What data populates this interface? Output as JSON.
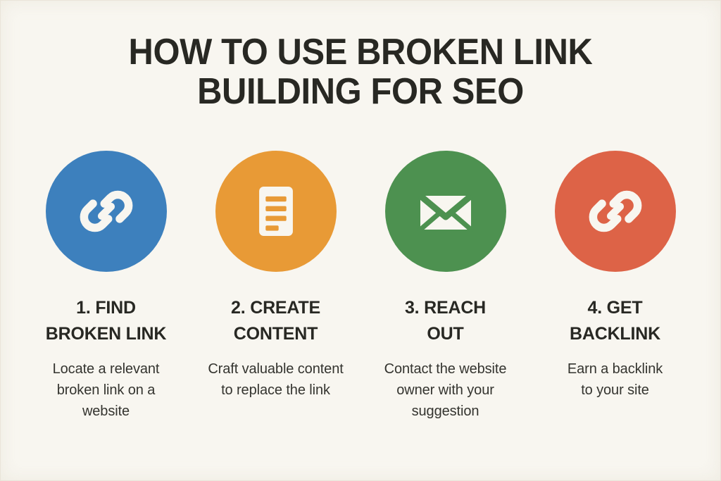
{
  "poster": {
    "background_color": "#f8f6f0",
    "text_color": "#282823",
    "title_line_1": "HOW TO USE BROKEN LINK",
    "title_line_2": "BUILDING FOR SEO"
  },
  "steps": [
    {
      "icon": "chain-link-icon",
      "circle_color": "#3d80bd",
      "icon_color": "#f8f6f0",
      "heading_line_1": "1. FIND",
      "heading_line_2": "BROKEN LINK",
      "heading": "1. FIND BROKEN LINK",
      "description": "Locate a relevant broken link on a website"
    },
    {
      "icon": "document-icon",
      "circle_color": "#e89a36",
      "icon_color": "#f8f6f0",
      "heading_line_1": "2. CREATE",
      "heading_line_2": "CONTENT",
      "heading": "2. CREATE CONTENT",
      "description": "Craft valuable content to replace the link"
    },
    {
      "icon": "envelope-icon",
      "circle_color": "#4d9150",
      "icon_color": "#f8f6f0",
      "heading_line_1": "3. REACH",
      "heading_line_2": "OUT",
      "heading": "3. REACH OUT",
      "description": "Contact the website owner with your suggestion"
    },
    {
      "icon": "chain-link-icon",
      "circle_color": "#dd6347",
      "icon_color": "#f8f6f0",
      "heading_line_1": "4. GET",
      "heading_line_2": "BACKLINK",
      "heading": "4. GET BACKLINK",
      "description": "Earn a backlink to your site"
    }
  ]
}
